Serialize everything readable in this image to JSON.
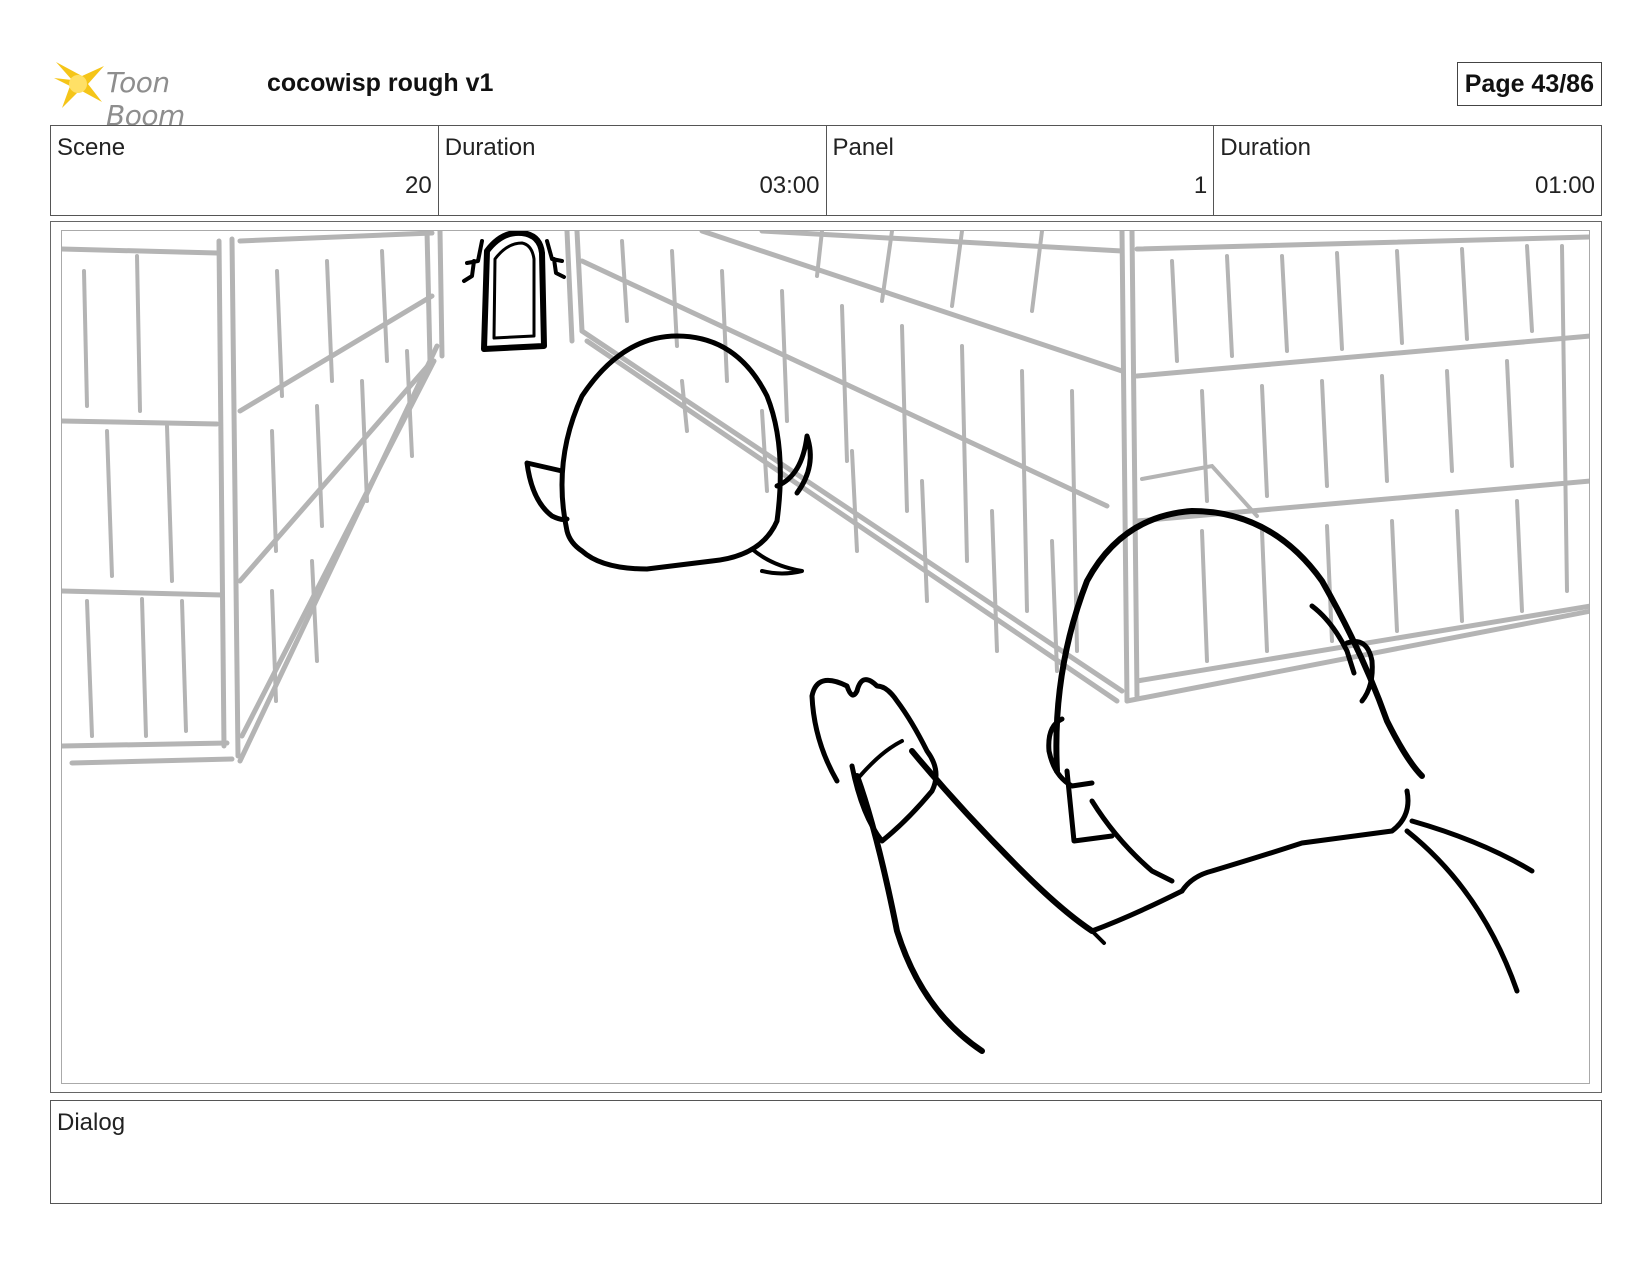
{
  "header": {
    "brand": "Toon Boom",
    "title": "cocowisp rough v1",
    "page": "Page 43/86"
  },
  "info": [
    {
      "label": "Scene",
      "value": "20"
    },
    {
      "label": "Duration",
      "value": "03:00"
    },
    {
      "label": "Panel",
      "value": "1"
    },
    {
      "label": "Duration",
      "value": "01:00"
    }
  ],
  "dialog": {
    "label": "Dialog",
    "text": ""
  },
  "colors": {
    "logo_star": "#f5c518",
    "sketch_line": "#000000",
    "background_line": "#b4b4b4"
  }
}
